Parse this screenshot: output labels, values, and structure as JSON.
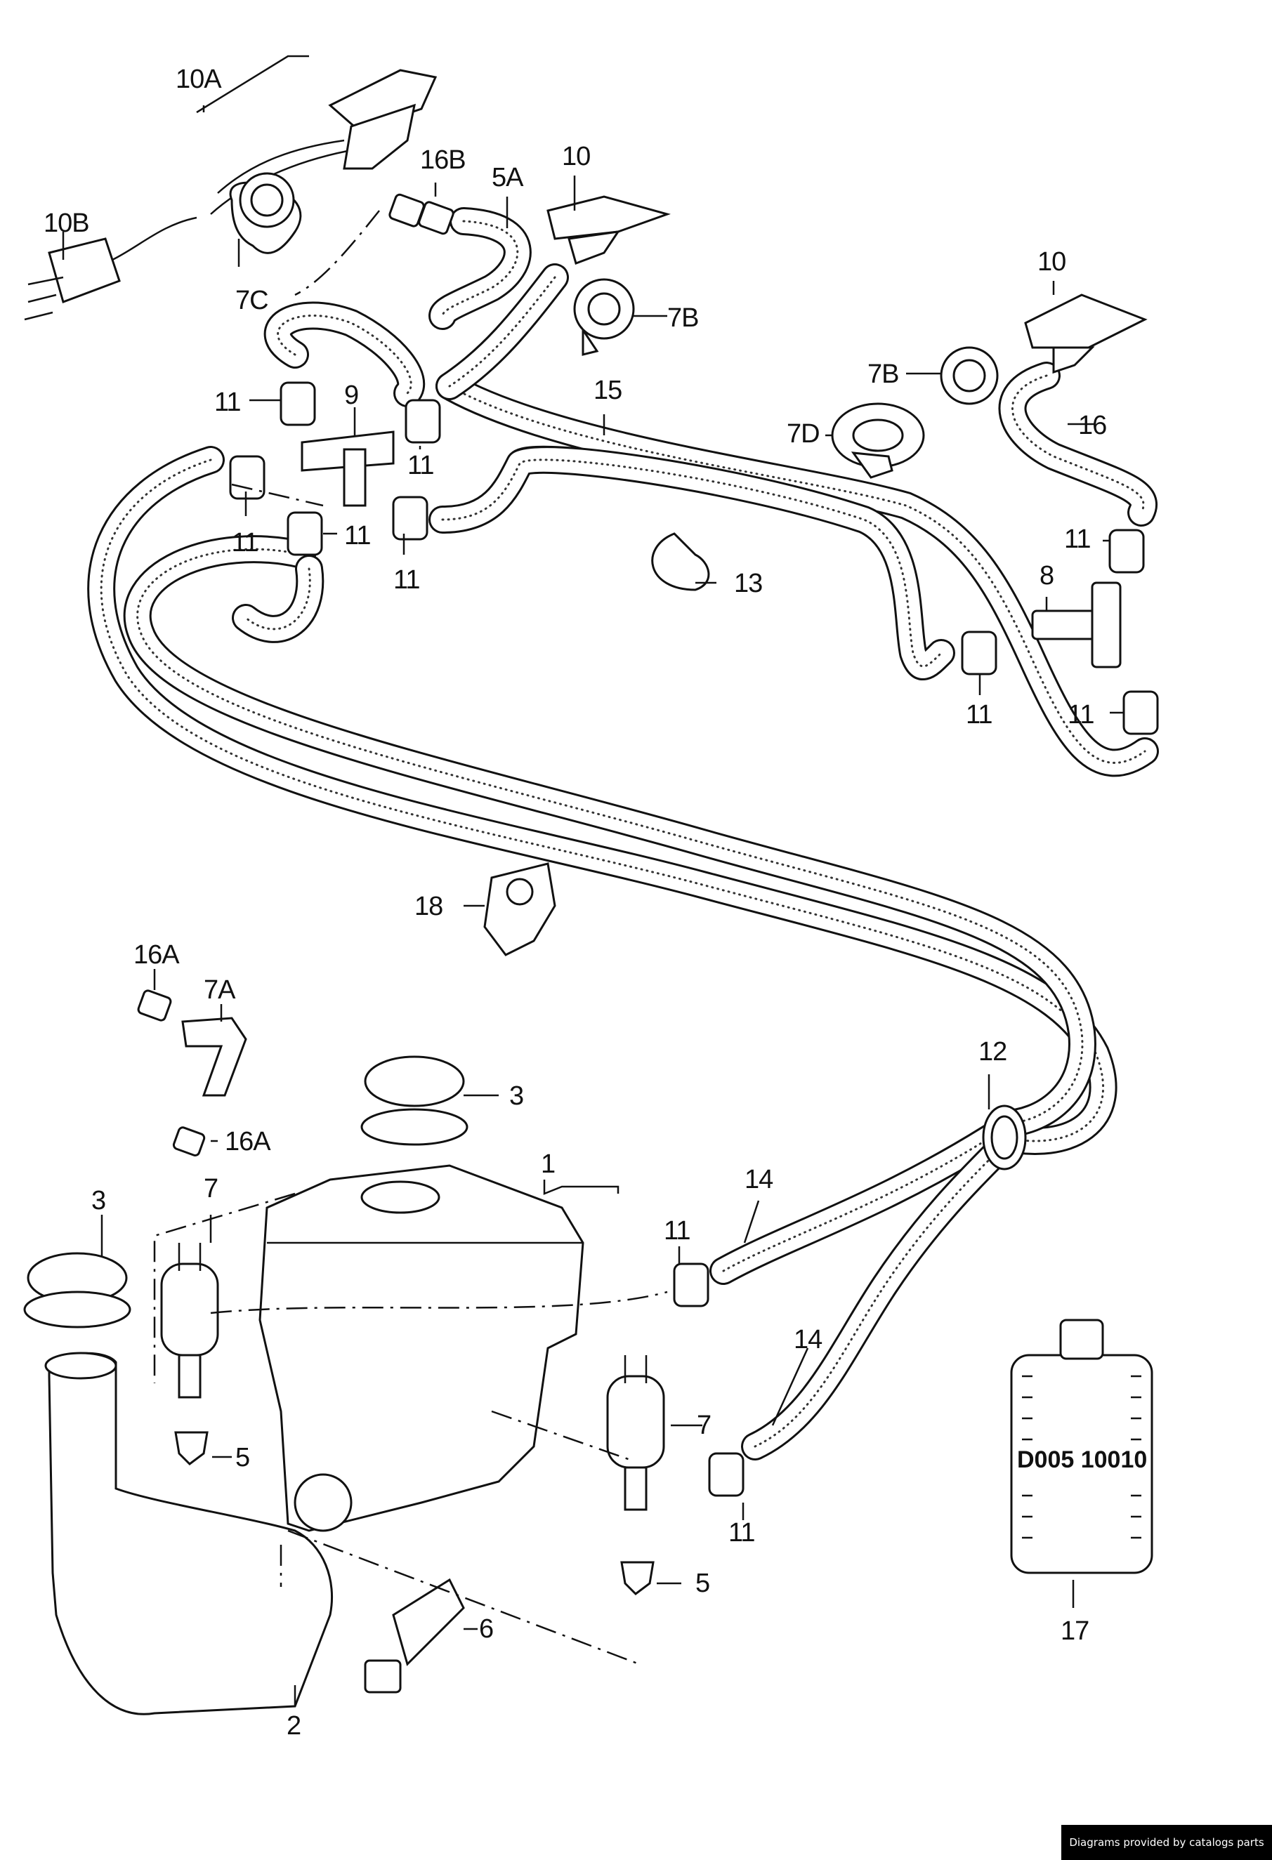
{
  "labels": {
    "l10A": "10A",
    "l10B": "10B",
    "l7C": "7C",
    "l16B": "16B",
    "l5A": "5A",
    "l10_top": "10",
    "l7B_top": "7B",
    "l10_right": "10",
    "l7B_right": "7B",
    "l16": "16",
    "l7D": "7D",
    "l15": "15",
    "l9": "9",
    "l11_a": "11",
    "l11_b": "11",
    "l11_c": "11",
    "l11_d": "11",
    "l11_e": "11",
    "l11_f": "11",
    "l11_g": "11",
    "l11_h": "11",
    "l11_i": "11",
    "l11_j": "11",
    "l13": "13",
    "l8": "8",
    "l18": "18",
    "l16A_top": "16A",
    "l7A": "7A",
    "l16A_mid": "16A",
    "l3_top": "3",
    "l3_left": "3",
    "l12": "12",
    "l1": "1",
    "l14_top": "14",
    "l14_bot": "14",
    "l7_left": "7",
    "l7_right": "7",
    "l5_left": "5",
    "l5_right": "5",
    "l6": "6",
    "l2": "2",
    "l17": "17"
  },
  "bottle_code": "D005 10010",
  "footer": "Diagrams provided by catalogs parts"
}
